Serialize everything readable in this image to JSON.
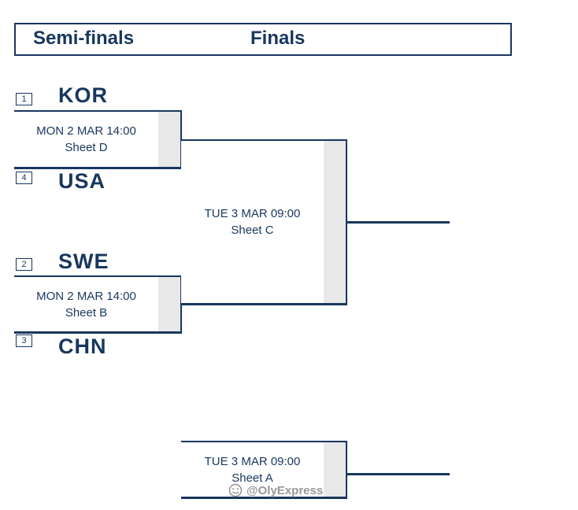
{
  "header": {
    "semifinals_label": "Semi-finals",
    "finals_label": "Finals"
  },
  "matches": {
    "sf1": {
      "top_seed": "1",
      "top_team": "KOR",
      "datetime": "MON 2 MAR 14:00",
      "sheet": "Sheet D",
      "bottom_seed": "4",
      "bottom_team": "USA"
    },
    "sf2": {
      "top_seed": "2",
      "top_team": "SWE",
      "datetime": "MON 2 MAR 14:00",
      "sheet": "Sheet B",
      "bottom_seed": "3",
      "bottom_team": "CHN"
    },
    "final": {
      "datetime": "TUE 3 MAR 09:00",
      "sheet": "Sheet C"
    },
    "bronze": {
      "datetime": "TUE 3 MAR 09:00",
      "sheet": "Sheet A"
    }
  },
  "watermark": {
    "text": "@OlyExpress"
  },
  "colors": {
    "navy": "#17375e",
    "strip": "#e8e8e8",
    "background": "#ffffff"
  }
}
